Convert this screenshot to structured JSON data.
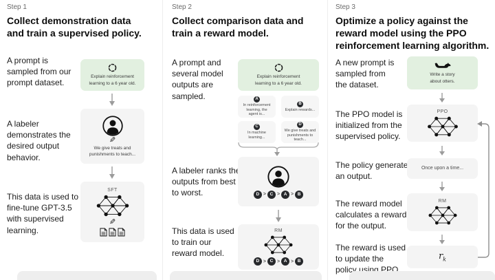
{
  "colors": {
    "green_card": "#e2f0e0",
    "gray_card": "#f4f4f4",
    "badge": "#27292c",
    "arrow": "#9b9b9b"
  },
  "steps": [
    {
      "label": "Step 1",
      "heading": "Collect demonstration data\nand train a supervised policy.",
      "captions": {
        "prompt": "A prompt is\nsampled from our\nprompt dataset.",
        "labeler": "A labeler\ndemonstrates the\ndesired output\nbehavior.",
        "finetune": "This data is used to\nfine-tune GPT-3.5\nwith supervised\nlearning."
      },
      "cards": {
        "prompt_text": "Explain reinforcement\nlearning to a 6 year old.",
        "demo_text": "We give treats and\npunishments to teach...",
        "model_label": "SFT"
      }
    },
    {
      "label": "Step 2",
      "heading": "Collect comparison data and\ntrain a reward model.",
      "captions": {
        "sampled": "A prompt and\nseveral model\noutputs are\nsampled.",
        "ranks": "A labeler ranks the\noutputs from best\nto worst.",
        "train": "This data is used\nto train our\nreward model."
      },
      "cards": {
        "prompt_text": "Explain reinforcement\nlearning to a 6 year old.",
        "model_label": "RM"
      },
      "outputs": [
        {
          "badge": "A",
          "text": "In reinforcement\nlearning, the\nagent is..."
        },
        {
          "badge": "B",
          "text": "Explain rewards..."
        },
        {
          "badge": "C",
          "text": "In machine\nlearning..."
        },
        {
          "badge": "D",
          "text": "We give treats and\npunishments to\nteach..."
        }
      ],
      "ranking": {
        "items": [
          "D",
          "C",
          "A",
          "B"
        ],
        "separator": ">"
      }
    },
    {
      "label": "Step 3",
      "heading": "Optimize a policy against the\nreward model using the PPO\nreinforcement learning algorithm.",
      "captions": {
        "new_prompt": "A new prompt is\nsampled from\nthe dataset.",
        "ppo_init": "The PPO model is\ninitialized from the\nsupervised policy.",
        "generates": "The policy generates\nan output.",
        "reward_calc": "The reward model\ncalculates a reward\nfor the output.",
        "reward_update": "The reward is used\nto update the\npolicy using PPO."
      },
      "cards": {
        "prompt_text": "Write a story\nabout otters.",
        "ppo_label": "PPO",
        "output_text": "Once upon a time...",
        "rm_label": "RM",
        "reward_base": "r",
        "reward_sub": "k"
      }
    }
  ]
}
